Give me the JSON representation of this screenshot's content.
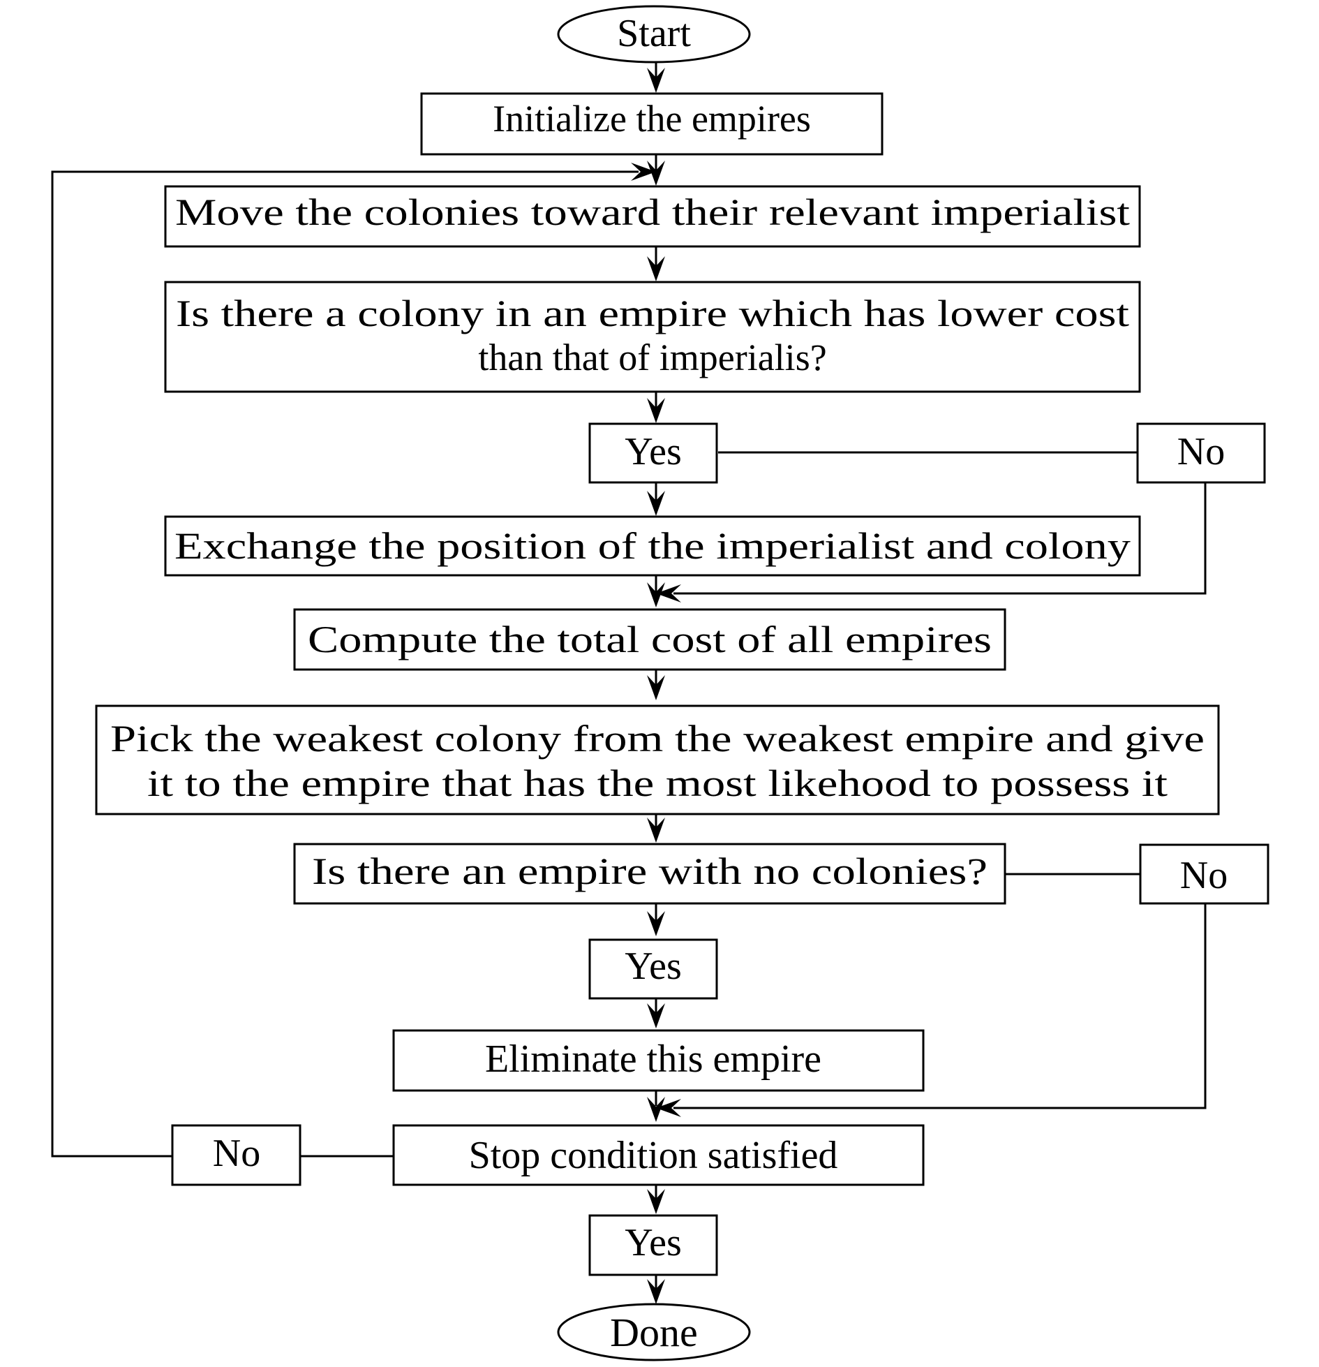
{
  "flowchart": {
    "start": "Start",
    "initialize": "Initialize the empires",
    "move_colonies": "Move the colonies toward their relevant imperialist",
    "decision_lower_cost": [
      "Is there a colony in an empire which has lower cost",
      "than that of imperialis?"
    ],
    "yes_1": "Yes",
    "no_1": "No",
    "exchange": "Exchange the position of the imperialist and colony",
    "compute_cost": "Compute the total cost of all empires",
    "pick_weakest": [
      "Pick the weakest colony from the weakest empire and give",
      "it to the empire that has the most likehood to possess it"
    ],
    "decision_no_colonies": "Is there an empire with no colonies?",
    "no_2": "No",
    "yes_2": "Yes",
    "eliminate": "Eliminate this empire",
    "stop_condition": "Stop condition satisfied",
    "no_3": "No",
    "yes_3": "Yes",
    "done": "Done"
  }
}
